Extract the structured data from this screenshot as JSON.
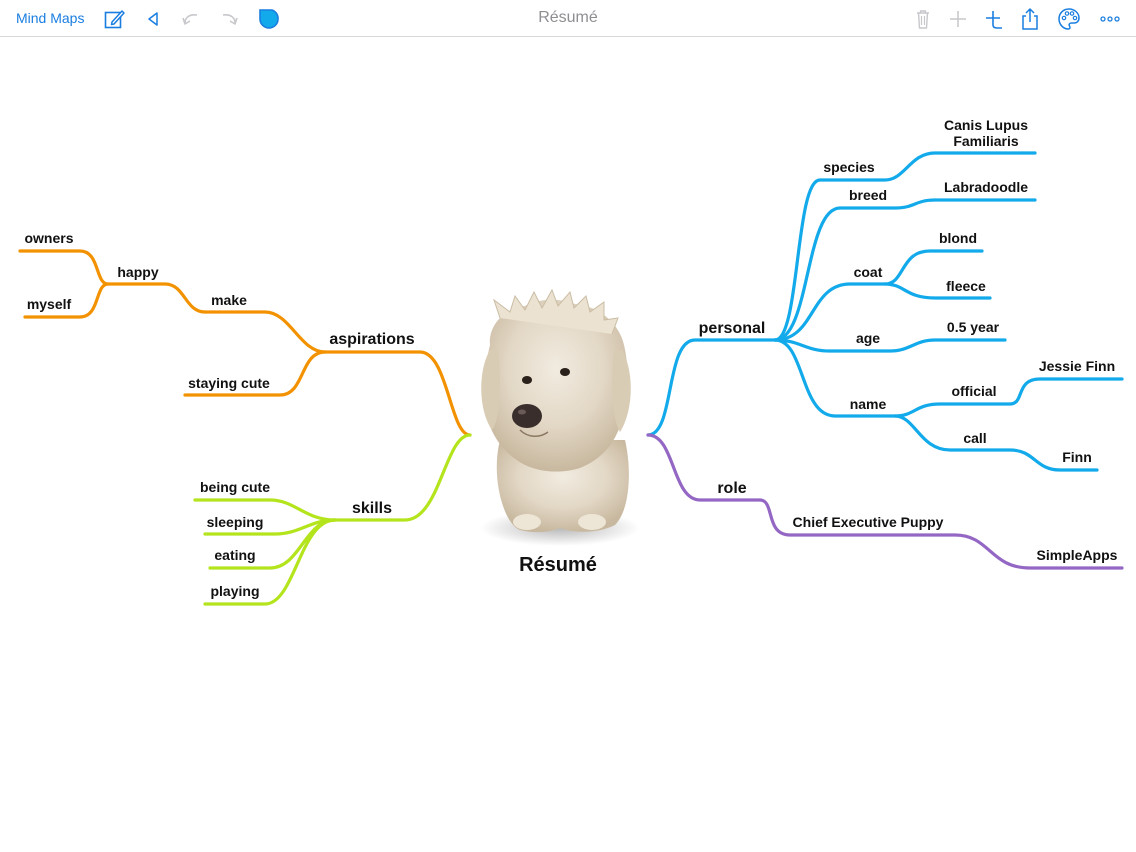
{
  "toolbar": {
    "back_label": "Mind Maps",
    "title": "Résumé",
    "icons": {
      "edit": "compose-icon",
      "collapse": "triangle-left-icon",
      "undo": "undo-icon",
      "redo": "redo-icon",
      "shape": "node-shape-icon",
      "trash": "trash-icon",
      "add": "plus-icon",
      "add_child": "add-child-icon",
      "share": "share-icon",
      "palette": "palette-icon",
      "more": "more-icon"
    }
  },
  "colors": {
    "link": "#1a7ee0",
    "disabled": "#c7c7cc",
    "orange": "#f39200",
    "green": "#b4e41c",
    "blue": "#12aaea",
    "purple": "#9467c4"
  },
  "map": {
    "root": "Résumé",
    "root_image": "dog-photo",
    "aspirations": {
      "label": "aspirations",
      "happy": "happy",
      "owners": "owners",
      "myself": "myself",
      "make": "make",
      "staying_cute": "staying cute"
    },
    "skills": {
      "label": "skills",
      "items": [
        "being cute",
        "sleeping",
        "eating",
        "playing"
      ]
    },
    "personal": {
      "label": "personal",
      "species": "species",
      "species_value_line1": "Canis Lupus",
      "species_value_line2": "Familiaris",
      "breed": "breed",
      "breed_value": "Labradoodle",
      "coat": "coat",
      "coat_values": [
        "blond",
        "fleece"
      ],
      "age": "age",
      "age_value": "0.5 year",
      "name": "name",
      "official": "official",
      "official_value": "Jessie Finn",
      "call": "call",
      "call_value": "Finn"
    },
    "role": {
      "label": "role",
      "title": "Chief Executive Puppy",
      "company": "SimpleApps"
    }
  }
}
